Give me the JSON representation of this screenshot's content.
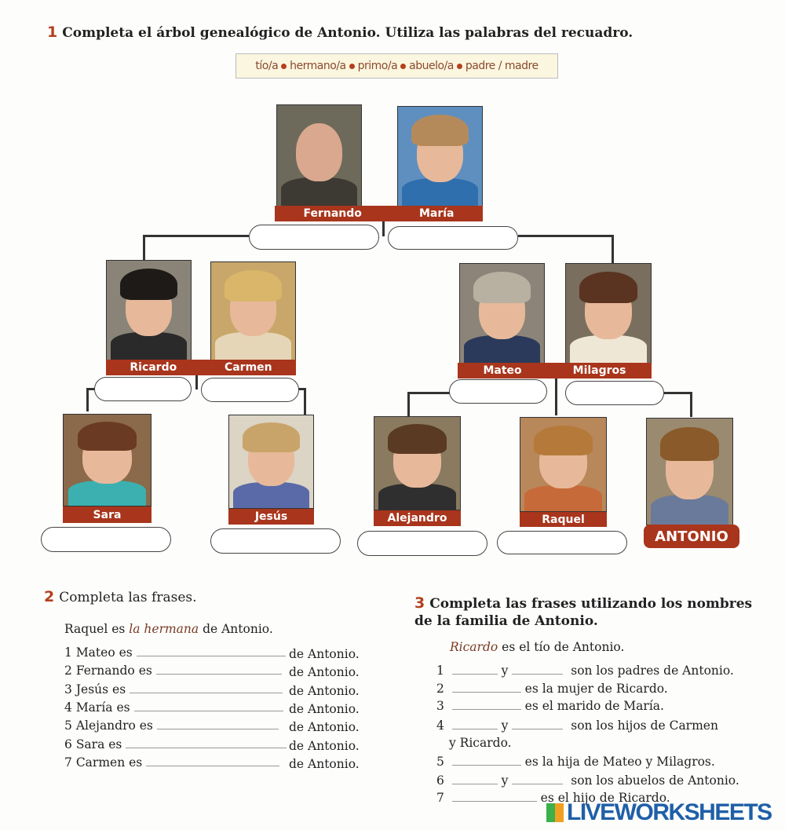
{
  "ex1": {
    "number": "1",
    "instruction": "Completa el árbol genealógico de Antonio. Utiliza las palabras del recuadro.",
    "words": [
      "tío/a",
      "hermano/a",
      "primo/a",
      "abuelo/a",
      "padre / madre"
    ]
  },
  "people": {
    "fernando": "Fernando",
    "maria": "María",
    "ricardo": "Ricardo",
    "carmen": "Carmen",
    "mateo": "Mateo",
    "milagros": "Milagros",
    "sara": "Sara",
    "jesus": "Jesús",
    "alejandro": "Alejandro",
    "raquel": "Raquel",
    "antonio": "ANTONIO"
  },
  "ex2": {
    "number": "2",
    "instruction": "Completa las frases.",
    "example": {
      "pre": "Raquel es ",
      "answer": "la hermana",
      "post": " de Antonio."
    },
    "items": [
      {
        "n": "1",
        "text": "Mateo es",
        "end": "de Antonio."
      },
      {
        "n": "2",
        "text": "Fernando es",
        "end": "de Antonio."
      },
      {
        "n": "3",
        "text": "Jesús es",
        "end": "de Antonio."
      },
      {
        "n": "4",
        "text": "María es",
        "end": "de Antonio."
      },
      {
        "n": "5",
        "text": "Alejandro es",
        "end": "de Antonio."
      },
      {
        "n": "6",
        "text": "Sara es",
        "end": "de Antonio."
      },
      {
        "n": "7",
        "text": "Carmen es",
        "end": "de Antonio."
      }
    ]
  },
  "ex3": {
    "number": "3",
    "instruction_1": "Completa las frases utilizando los nombres",
    "instruction_2": "de la familia de Antonio.",
    "example": {
      "answer": "Ricardo",
      "post": " es el tío de Antonio."
    },
    "items": [
      {
        "n": "1",
        "y": "y",
        "text": "son los padres de Antonio."
      },
      {
        "n": "2",
        "text": "es la mujer de Ricardo."
      },
      {
        "n": "3",
        "text": "es el marido de María."
      },
      {
        "n": "4",
        "y": "y",
        "text": "son los hijos de Carmen",
        "cont": "y Ricardo."
      },
      {
        "n": "5",
        "text": "es la hija de Mateo y Milagros."
      },
      {
        "n": "6",
        "y": "y",
        "text": "son los abuelos de Antonio."
      },
      {
        "n": "7",
        "text": "es el hijo de Ricardo."
      }
    ]
  },
  "watermark": "LIVEWORKSHEETS",
  "colors": {
    "accent": "#a8351c",
    "wordbox": "#fbf6df"
  }
}
